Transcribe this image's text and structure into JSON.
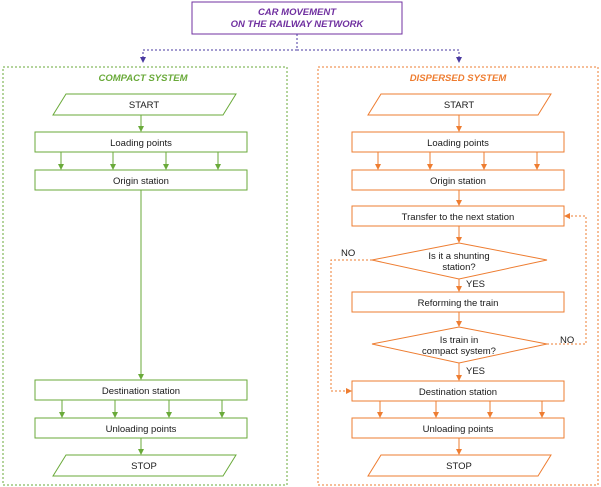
{
  "title": {
    "line1": "CAR MOVEMENT",
    "line2": "ON THE RAILWAY NETWORK"
  },
  "compact": {
    "heading": "COMPACT SYSTEM",
    "start": "START",
    "loading": "Loading points",
    "origin": "Origin station",
    "destination": "Destination station",
    "unloading": "Unloading points",
    "stop": "STOP"
  },
  "dispersed": {
    "heading": "DISPERSED SYSTEM",
    "start": "START",
    "loading": "Loading points",
    "origin": "Origin station",
    "transfer": "Transfer to the next station",
    "decision1": {
      "line1": "Is it a shunting",
      "line2": "station?"
    },
    "yes1": "YES",
    "no1": "NO",
    "reforming": "Reforming the train",
    "decision2": {
      "line1": "Is train in",
      "line2": "compact system?"
    },
    "yes2": "YES",
    "no2": "NO",
    "destination": "Destination station",
    "unloading": "Unloading points",
    "stop": "STOP"
  },
  "colors": {
    "title": "#7030a0",
    "compact": "#6aaa3a",
    "dispersed": "#ee7d31",
    "text": "#1a1a1a"
  }
}
